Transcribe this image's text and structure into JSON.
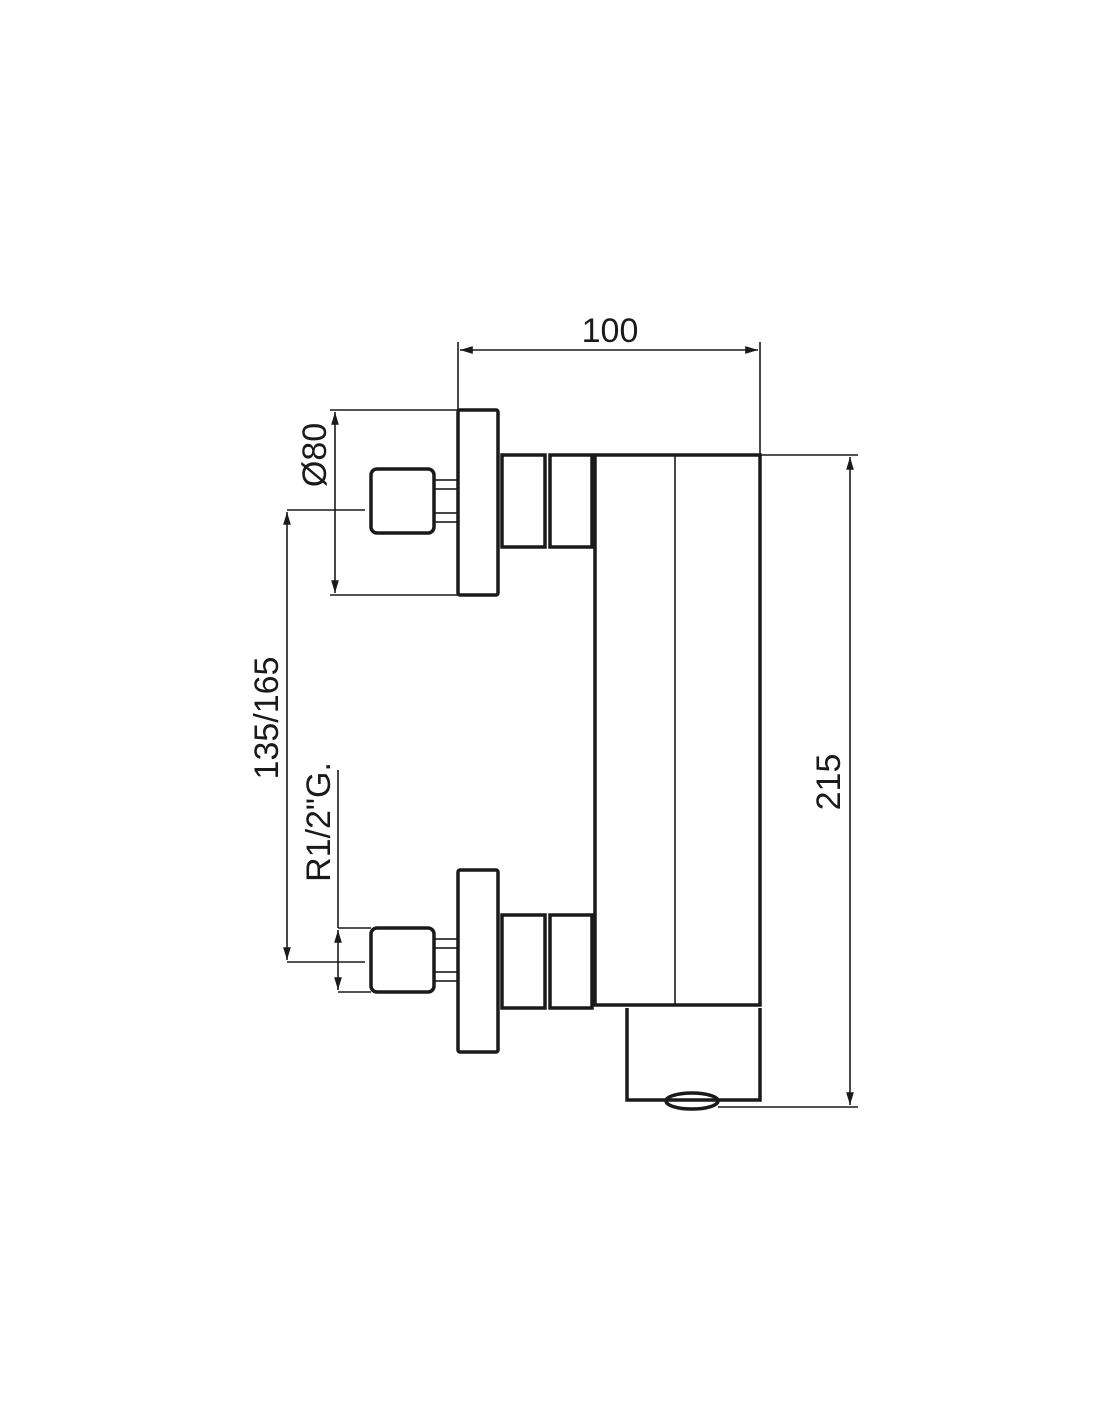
{
  "drawing": {
    "dimensions": {
      "width_top": "100",
      "flange_diameter": "Ø80",
      "inlet_spacing": "135/165",
      "thread": "R1/2\"G.",
      "height_total": "215"
    },
    "line_color": "#1a1a1a",
    "background": "#ffffff"
  }
}
